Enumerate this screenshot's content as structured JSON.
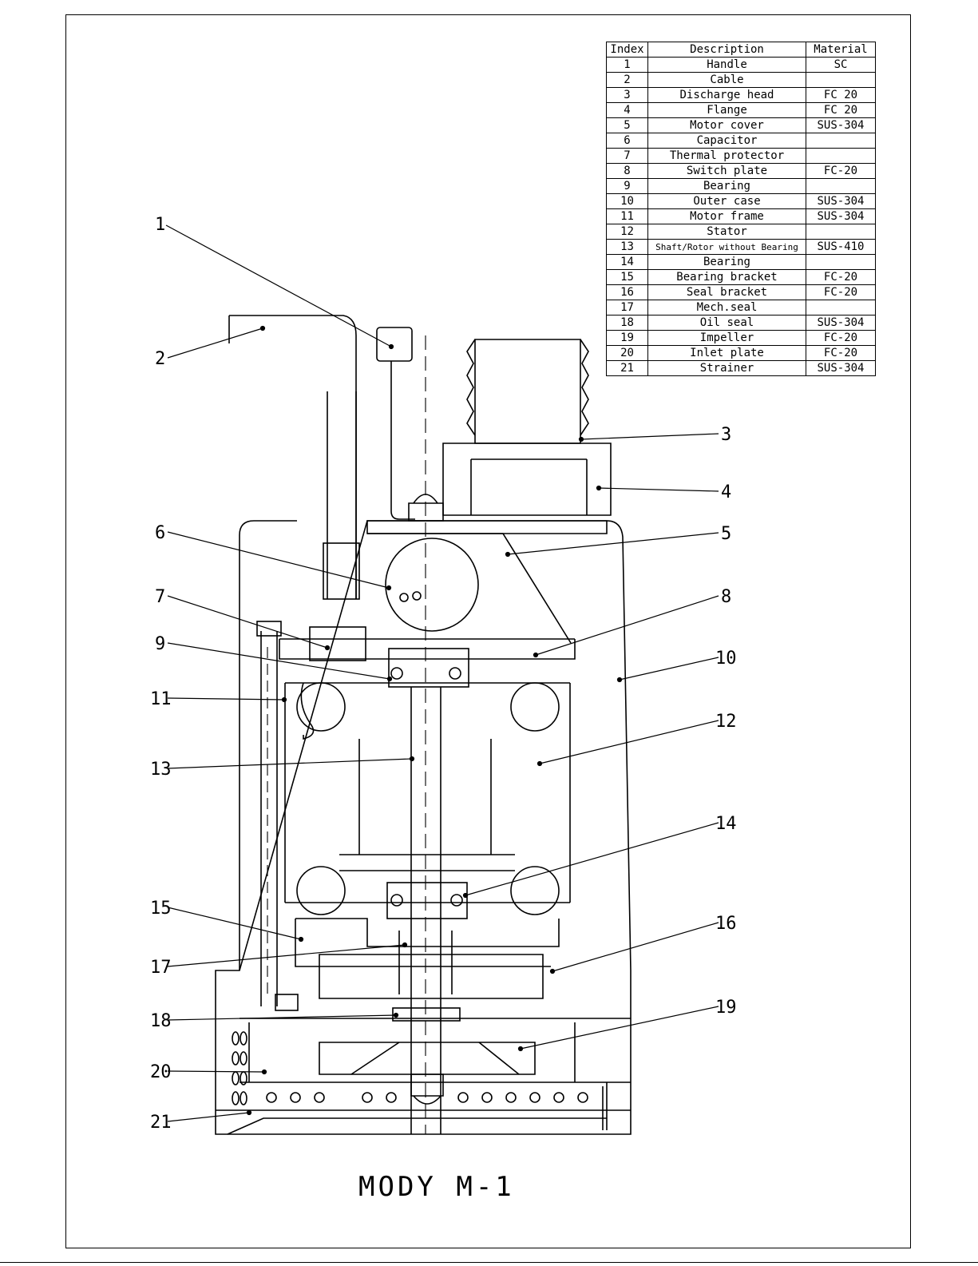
{
  "title": "MODY M-1",
  "table": {
    "headers": {
      "index": "Index",
      "description": "Description",
      "material": "Material"
    },
    "rows": [
      {
        "index": "1",
        "description": "Handle",
        "material": "SC"
      },
      {
        "index": "2",
        "description": "Cable",
        "material": ""
      },
      {
        "index": "3",
        "description": "Discharge head",
        "material": "FC 20"
      },
      {
        "index": "4",
        "description": "Flange",
        "material": "FC 20"
      },
      {
        "index": "5",
        "description": "Motor cover",
        "material": "SUS-304"
      },
      {
        "index": "6",
        "description": "Capacitor",
        "material": ""
      },
      {
        "index": "7",
        "description": "Thermal protector",
        "material": ""
      },
      {
        "index": "8",
        "description": "Switch plate",
        "material": "FC-20"
      },
      {
        "index": "9",
        "description": "Bearing",
        "material": ""
      },
      {
        "index": "10",
        "description": "Outer case",
        "material": "SUS-304"
      },
      {
        "index": "11",
        "description": "Motor frame",
        "material": "SUS-304"
      },
      {
        "index": "12",
        "description": "Stator",
        "material": ""
      },
      {
        "index": "13",
        "description": "Shaft/Rotor without Bearing",
        "material": "SUS-410"
      },
      {
        "index": "14",
        "description": "Bearing",
        "material": ""
      },
      {
        "index": "15",
        "description": "Bearing bracket",
        "material": "FC-20"
      },
      {
        "index": "16",
        "description": "Seal bracket",
        "material": "FC-20"
      },
      {
        "index": "17",
        "description": "Mech.seal",
        "material": ""
      },
      {
        "index": "18",
        "description": "Oil seal",
        "material": "SUS-304"
      },
      {
        "index": "19",
        "description": "Impeller",
        "material": "FC-20"
      },
      {
        "index": "20",
        "description": "Inlet plate",
        "material": "FC-20"
      },
      {
        "index": "21",
        "description": "Strainer",
        "material": "SUS-304"
      }
    ]
  },
  "callouts": [
    "1",
    "2",
    "3",
    "4",
    "5",
    "6",
    "7",
    "8",
    "9",
    "10",
    "11",
    "12",
    "13",
    "14",
    "15",
    "16",
    "17",
    "18",
    "19",
    "20",
    "21"
  ]
}
